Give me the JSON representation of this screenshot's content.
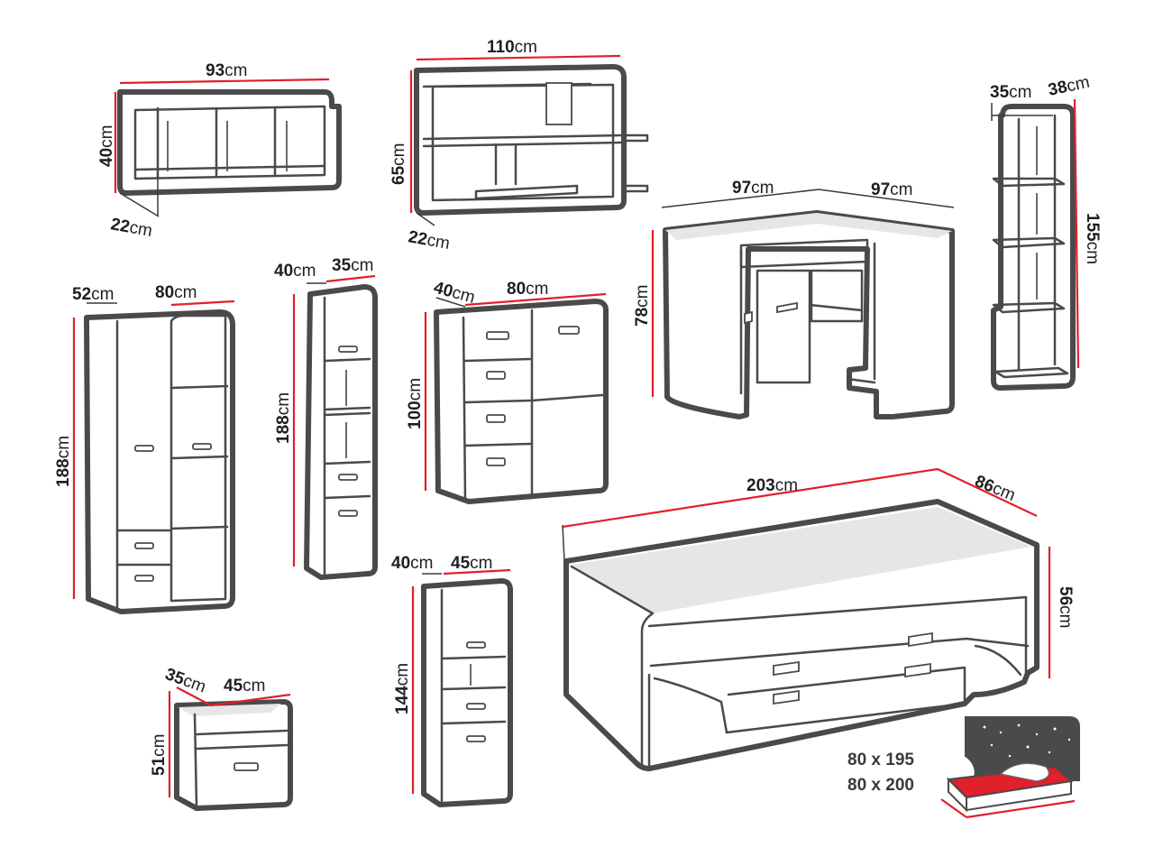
{
  "unit": "cm",
  "colors": {
    "dimension_line": "#e0202a",
    "outline": "#4a4a4a",
    "mattress": "#e0202a"
  },
  "items": {
    "wall_cabinet": {
      "width": "93",
      "height": "40",
      "depth": "22"
    },
    "wall_shelf": {
      "width": "110",
      "height": "65",
      "depth": "22"
    },
    "corner_desk": {
      "side_a": "97",
      "side_b": "97",
      "height": "78"
    },
    "corner_shelf": {
      "depth_a": "35",
      "depth_b": "38",
      "height": "155"
    },
    "wardrobe": {
      "depth": "52",
      "width": "80",
      "height": "188"
    },
    "tall_cabinet": {
      "depth": "40",
      "width": "35",
      "height": "188"
    },
    "chest_of_drawers": {
      "depth": "40",
      "width": "80",
      "height": "100"
    },
    "corner_desk_spacer": {},
    "cabinet_small": {
      "depth": "40",
      "width": "45",
      "height": "144"
    },
    "nightstand": {
      "depth": "35",
      "width": "45",
      "height": "51"
    },
    "bed": {
      "length": "203",
      "depth": "86",
      "height": "56"
    }
  },
  "mattress_sizes": [
    "80 x 195",
    "80 x 200"
  ],
  "icons": [
    "mattress-icon",
    "night-sky-icon"
  ]
}
